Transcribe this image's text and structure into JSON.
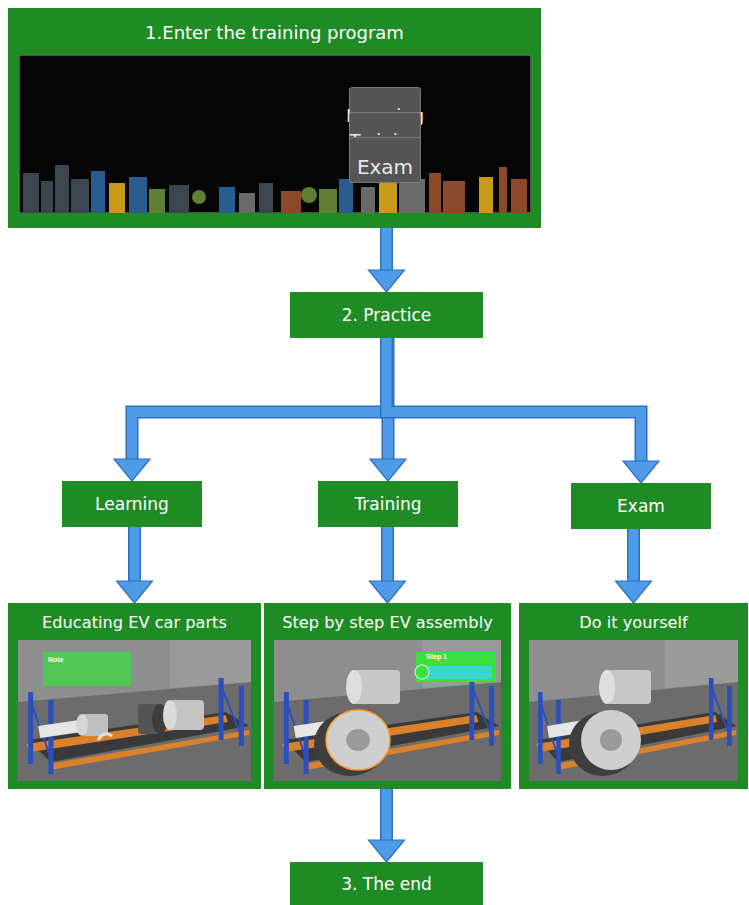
{
  "diagram": {
    "nodes": [
      {
        "text": [
          "1.Enter the training program"
        ]
      },
      {
        "text": [
          "Learning"
        ],
        "in": 0
      },
      {
        "text": [
          "Training"
        ],
        "in": 0
      },
      {
        "text": [
          "Exam"
        ],
        "in": 0
      },
      {
        "text": [
          "2. Practice"
        ]
      },
      {
        "text": [
          "Learning"
        ]
      },
      {
        "text": [
          "Training"
        ]
      },
      {
        "text": [
          "Exam"
        ]
      },
      {
        "text": [
          "Educating EV car parts"
        ]
      },
      {
        "text": [
          "Step by step EV assembly"
        ]
      },
      {
        "text": [
          "Do it yourself"
        ]
      },
      {
        "text": [
          "3. The end"
        ]
      }
    ],
    "edges": [
      {
        "from": 0,
        "to": 4,
        "arrow": "to"
      },
      {
        "from": 4,
        "to": 5,
        "arrow": "to"
      },
      {
        "from": 4,
        "to": 6,
        "arrow": "to"
      },
      {
        "from": 4,
        "to": 7,
        "arrow": "to"
      },
      {
        "from": 5,
        "to": 8,
        "arrow": "to"
      },
      {
        "from": 6,
        "to": 9,
        "arrow": "to"
      },
      {
        "from": 7,
        "to": 10,
        "arrow": "to"
      },
      {
        "from": 9,
        "to": 11,
        "arrow": "to"
      }
    ],
    "labels": [
      "Note",
      "Step 1"
    ]
  }
}
